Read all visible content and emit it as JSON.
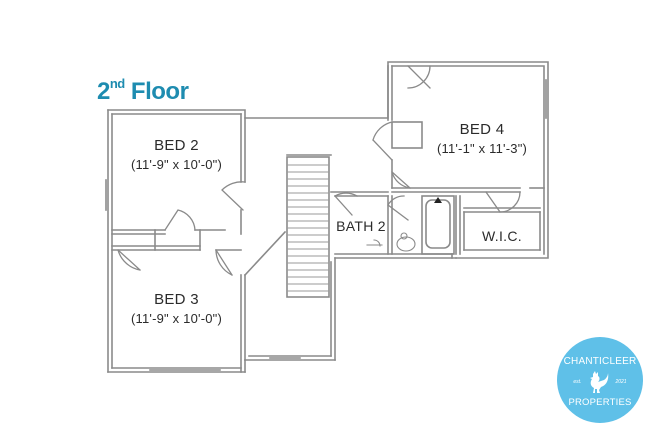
{
  "title": {
    "main": "2",
    "suffix": "nd",
    "rest": " Floor"
  },
  "rooms": {
    "bed2": {
      "name": "BED 2",
      "dims": "(11'-9\" x 10'-0\")"
    },
    "bed3": {
      "name": "BED 3",
      "dims": "(11'-9\" x 10'-0\")"
    },
    "bed4": {
      "name": "BED 4",
      "dims": "(11'-1\" x 11'-3\")"
    },
    "bath2": {
      "name": "BATH 2"
    },
    "wic": {
      "name": "W.I.C."
    }
  },
  "logo": {
    "top": "CHANTICLEER",
    "bottom": "PROPERTIES",
    "left_small": "est.",
    "right_small": "2021",
    "icon": "rooster-icon"
  },
  "colors": {
    "title": "#1e8cb0",
    "wall": "#8a8a8a",
    "badge": "#5fc0e8"
  }
}
